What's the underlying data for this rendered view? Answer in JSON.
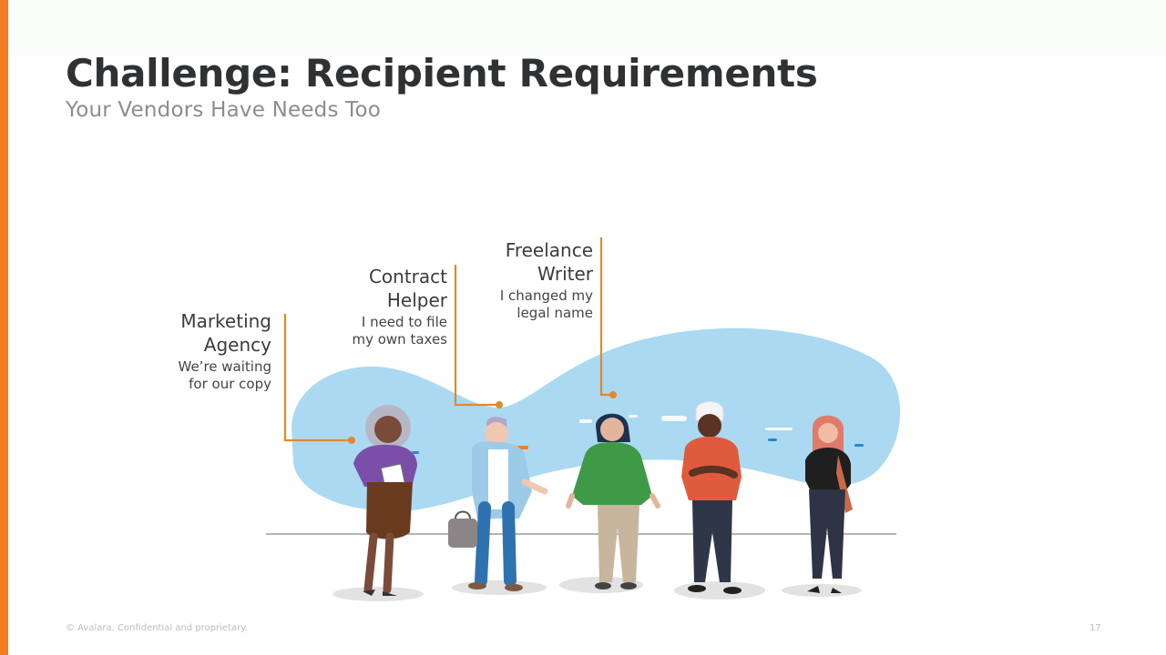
{
  "slide": {
    "title": "Challenge: Recipient Requirements",
    "subtitle": "Your Vendors Have Needs Too",
    "footer": "© Avalara. Confidential and proprietary.",
    "page_number": "17",
    "accent_color": "#f27d23",
    "blob_color": "#9fd3ee"
  },
  "callouts": [
    {
      "name_line1": "Marketing",
      "name_line2": "Agency",
      "note_line1": "We’re waiting",
      "note_line2": "for our copy"
    },
    {
      "name_line1": "Contract",
      "name_line2": "Helper",
      "note_line1": "I need to file",
      "note_line2": "my own taxes"
    },
    {
      "name_line1": "Freelance",
      "name_line2": "Writer",
      "note_line1": "I changed my",
      "note_line2": "legal name"
    }
  ],
  "people": [
    {
      "label": "marketing-agency-person-icon"
    },
    {
      "label": "contract-helper-person-icon"
    },
    {
      "label": "freelance-writer-person-icon"
    },
    {
      "label": "turban-person-icon"
    },
    {
      "label": "hijab-person-icon"
    }
  ]
}
